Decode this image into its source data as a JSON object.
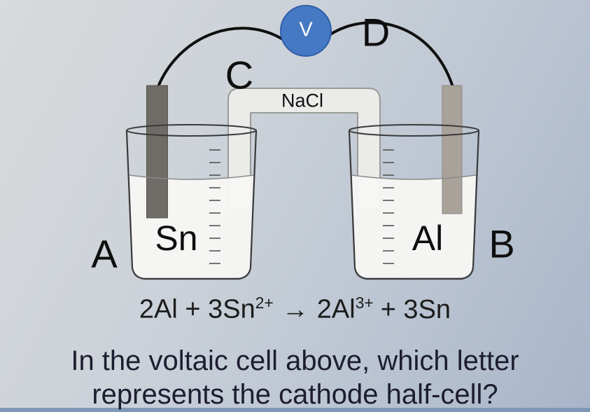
{
  "figure": {
    "voltmeter": {
      "label": "V",
      "fill": "#4579c4"
    },
    "salt_bridge_label": "NaCl",
    "salt_bridge_color": "#ebebe9",
    "electrode_left_symbol": "Sn",
    "electrode_left_color": "#6f6b66",
    "electrode_right_symbol": "Al",
    "electrode_right_color": "#a9a29a",
    "letter_a": "A",
    "letter_b": "B",
    "letter_c": "C",
    "letter_d": "D"
  },
  "equation": {
    "lhs": "2Al + 3Sn",
    "lhs_sup": "2+",
    "arrow": "→",
    "rhs_a": "2Al",
    "rhs_sup": "3+",
    "rhs_b": "+ 3Sn"
  },
  "question": {
    "line1": "In the voltaic cell above, which letter",
    "line2": "represents the cathode half-cell?"
  }
}
